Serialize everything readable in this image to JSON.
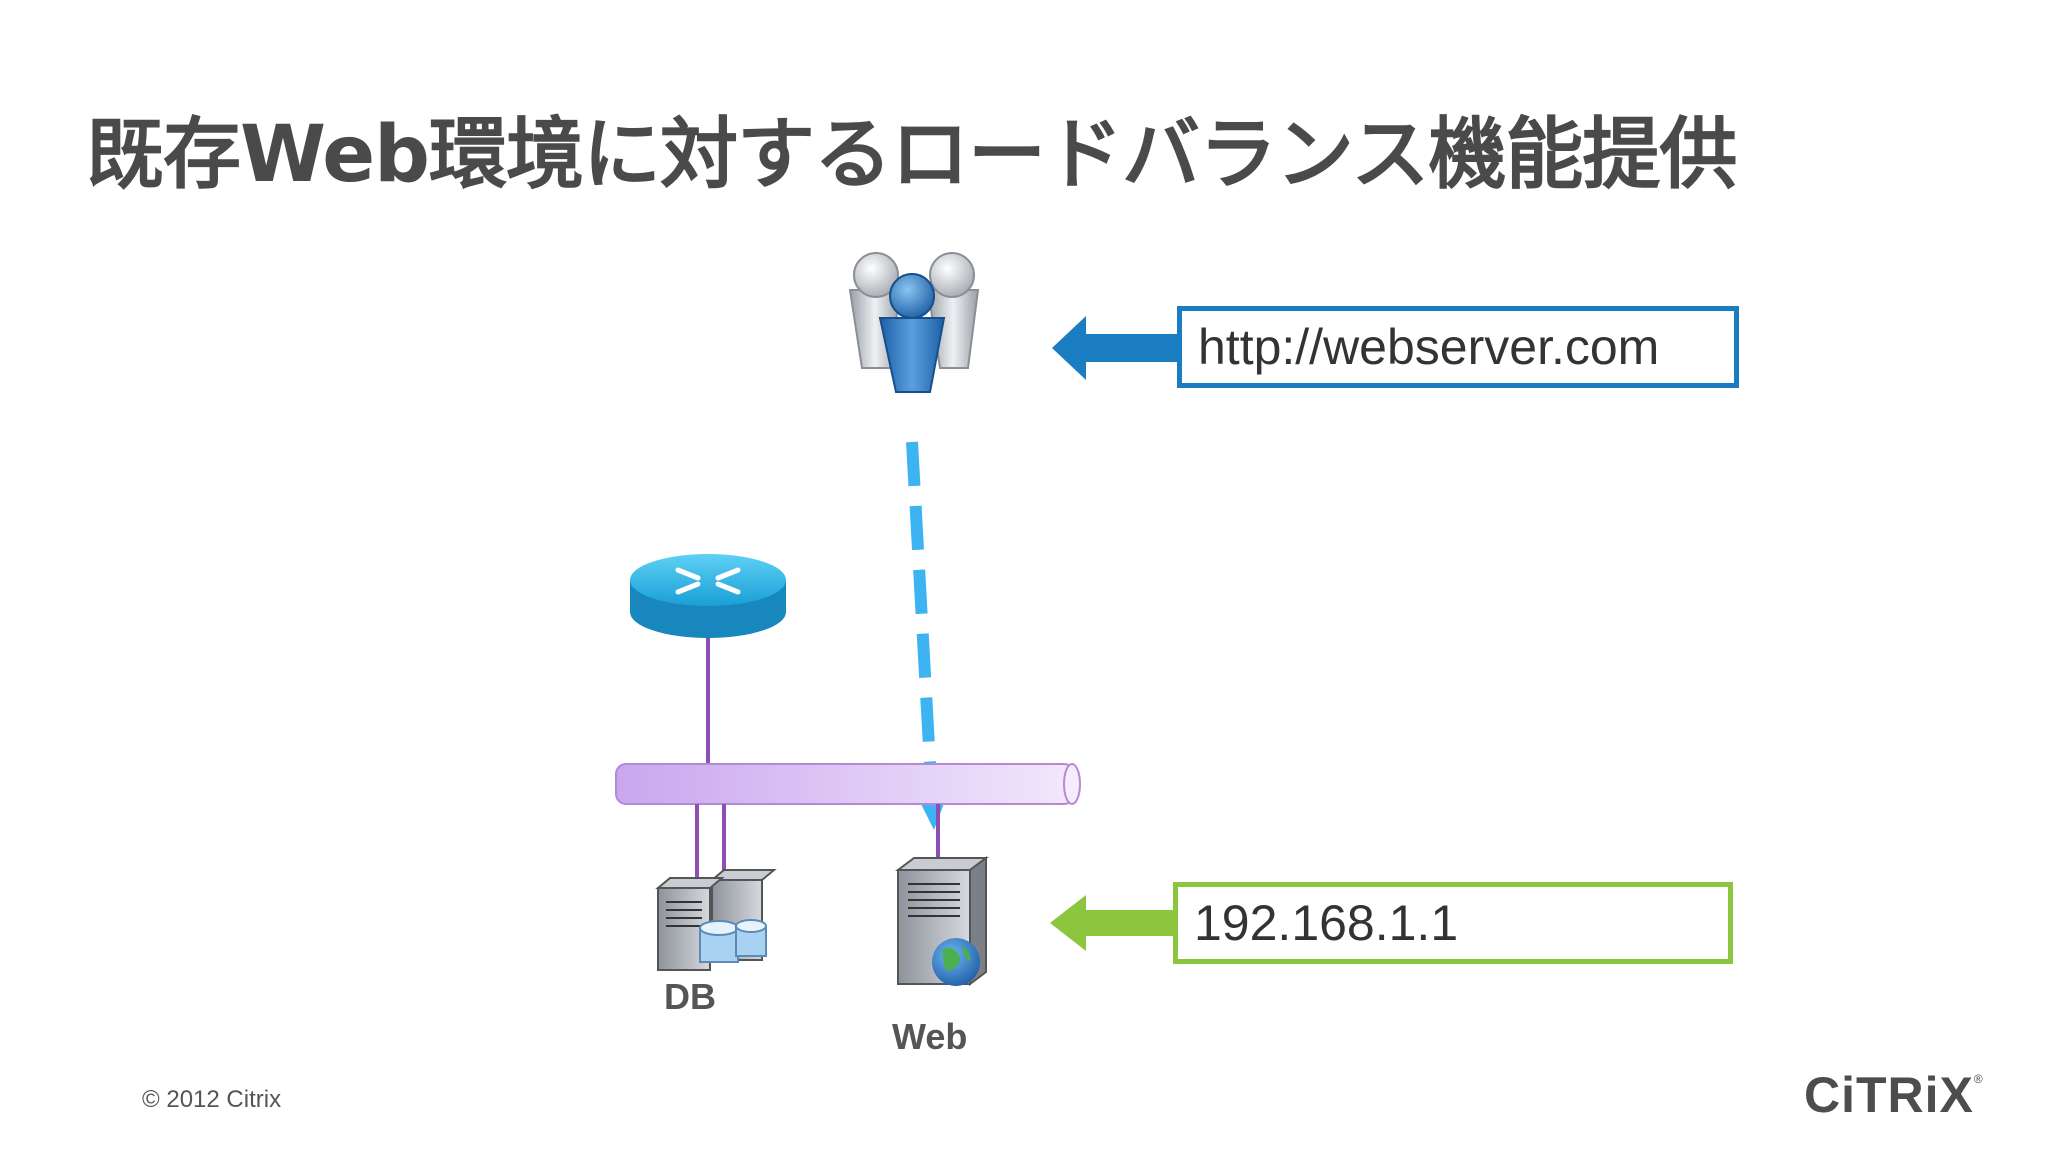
{
  "title": "既存Web環境に対するロードバランス機能提供",
  "callouts": {
    "url": "http://webserver.com",
    "ip": "192.168.1.1"
  },
  "servers": {
    "db_label": "DB",
    "web_label": "Web"
  },
  "footer": {
    "copyright": "© 2012 Citrix",
    "logo": "CiTRiX",
    "logo_mark": "®"
  },
  "colors": {
    "url_arrow": "#1a7cc1",
    "ip_arrow": "#8cc63f",
    "flow_arrow": "#3db3f2",
    "network_link": "#8e4fb3",
    "router": "#1ba0d8"
  },
  "icons": [
    "users-group-icon",
    "router-icon",
    "network-bus-icon",
    "db-server-icon",
    "web-server-icon"
  ]
}
